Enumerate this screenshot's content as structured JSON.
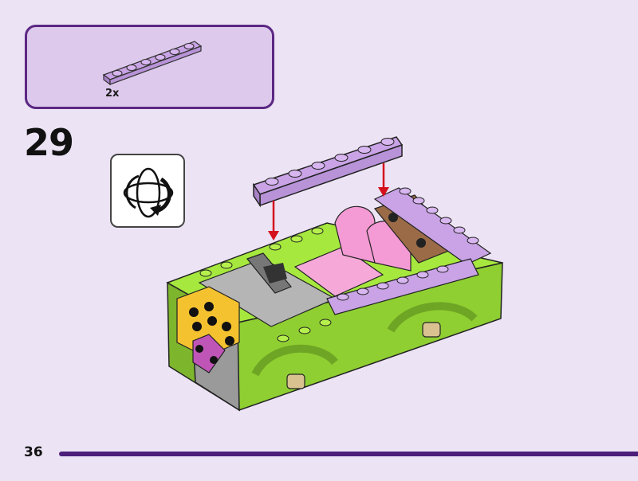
{
  "parts_callout": {
    "quantity_label": "2x",
    "part_color": "#c9a3e6"
  },
  "step": {
    "number": "29"
  },
  "rotate_icon": {
    "icon": "rotate-model-icon"
  },
  "page": {
    "number": "36",
    "rule_color": "#4d1f7a"
  },
  "colors": {
    "background": "#ece3f4",
    "callout_fill": "#ddc9ec",
    "callout_border": "#5b2783",
    "lime": "#9ee23a",
    "lavender": "#c9a3e6",
    "pink": "#f6a9d9",
    "brown": "#9b6a47",
    "yellow": "#f5c22f",
    "arrow": "#d4101d"
  }
}
